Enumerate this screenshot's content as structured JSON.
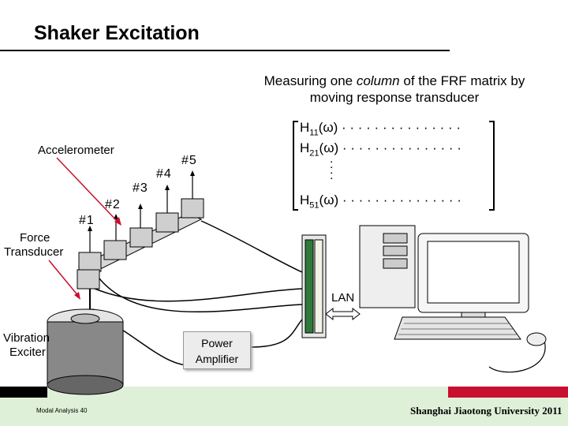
{
  "title": "Shaker Excitation",
  "caption": {
    "line1_pre": "Measuring one ",
    "line1_em": "column",
    "line1_post": " of the FRF matrix by",
    "line2": "moving response transducer"
  },
  "labels": {
    "accelerometer": "Accelerometer",
    "force_line1": "Force",
    "force_line2": "Transducer",
    "exciter_line1": "Vibration",
    "exciter_line2": "Exciter",
    "amp_line1": "Power",
    "amp_line2": "Amplifier",
    "lan": "LAN"
  },
  "points": {
    "p1": "#1",
    "p2": "#2",
    "p3": "#3",
    "p4": "#4",
    "p5": "#5"
  },
  "matrix": {
    "row1_pre": "H",
    "row1_sub": "11",
    "row1_post": "(ω) · · · · · · · · · · · · · · ·",
    "row2_pre": "H",
    "row2_sub": "21",
    "row2_post": "(ω) · · · · · · · · · · · · · · ·",
    "row3_pre": "H",
    "row3_sub": "51",
    "row3_post": "(ω) · · · · · · · · · · · · · · ·",
    "vdots": ":"
  },
  "footer": {
    "left": "Modal Analysis 40",
    "right": "Shanghai Jiaotong University 2011"
  },
  "colors": {
    "accent_red": "#c8102e",
    "footer_green": "#dff0d8"
  }
}
